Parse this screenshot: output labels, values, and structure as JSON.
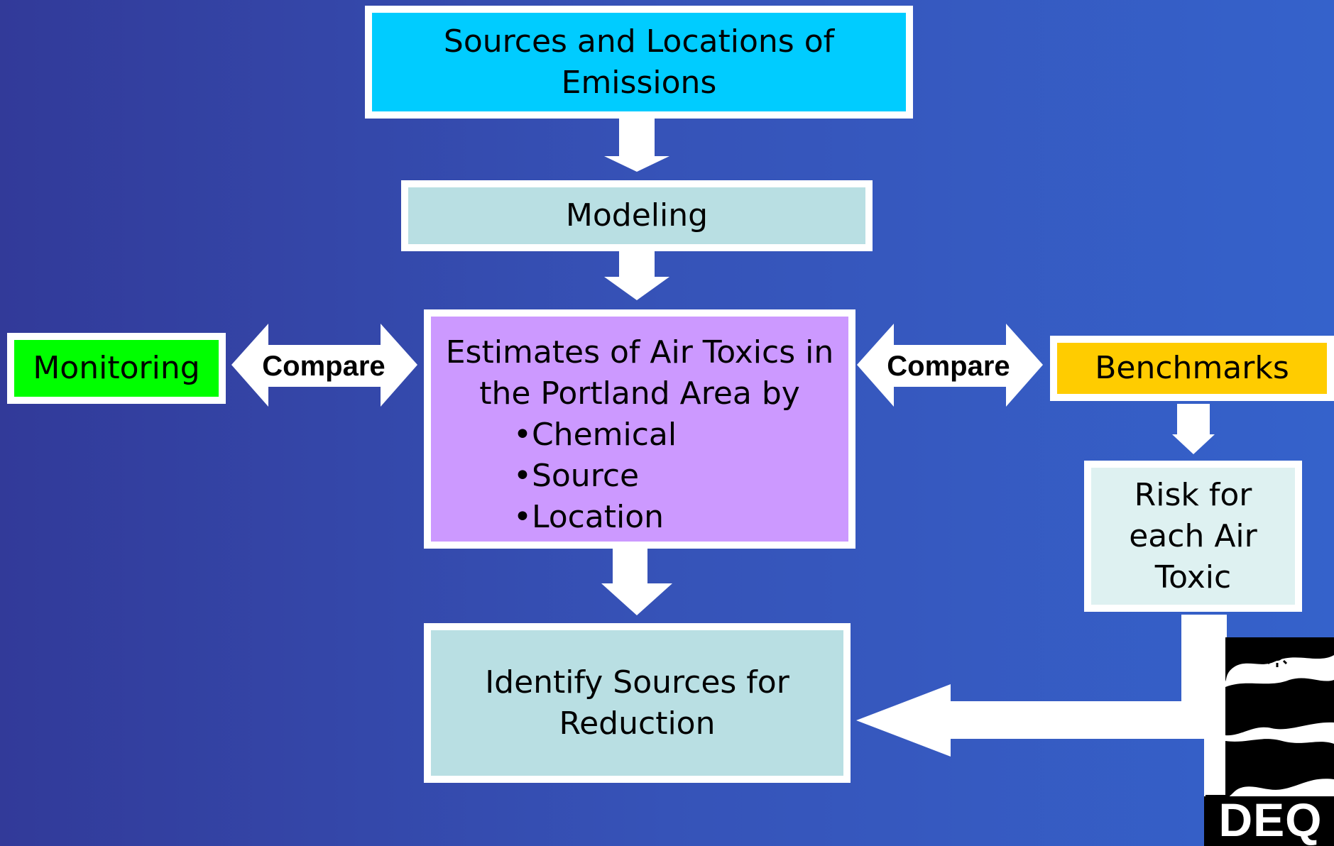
{
  "diagram": {
    "sources_box": {
      "line1": "Sources and Locations of",
      "line2": "Emissions"
    },
    "modeling_box": {
      "label": "Modeling"
    },
    "estimates_box": {
      "line1": "Estimates of Air Toxics in",
      "line2": "the Portland Area by",
      "bullets": [
        "•Chemical",
        "•Source",
        "•Location"
      ]
    },
    "identify_box": {
      "line1": "Identify Sources for",
      "line2": "Reduction"
    },
    "monitoring_box": {
      "label": "Monitoring"
    },
    "benchmarks_box": {
      "label": "Benchmarks"
    },
    "risk_box": {
      "line1": "Risk for",
      "line2": "each Air",
      "line3": "Toxic"
    },
    "compare_left": {
      "label": "Compare"
    },
    "compare_right": {
      "label": "Compare"
    }
  },
  "logo": {
    "text": "DEQ"
  },
  "colors": {
    "background_left": "#323a99",
    "background_right": "#3562cb",
    "sources": "#00ccff",
    "modeling": "#b9dfe3",
    "estimates": "#cc99ff",
    "identify": "#b9dfe3",
    "monitoring": "#00ff00",
    "benchmarks": "#ffcc00",
    "risk": "#def1f1",
    "arrow": "#ffffff"
  }
}
